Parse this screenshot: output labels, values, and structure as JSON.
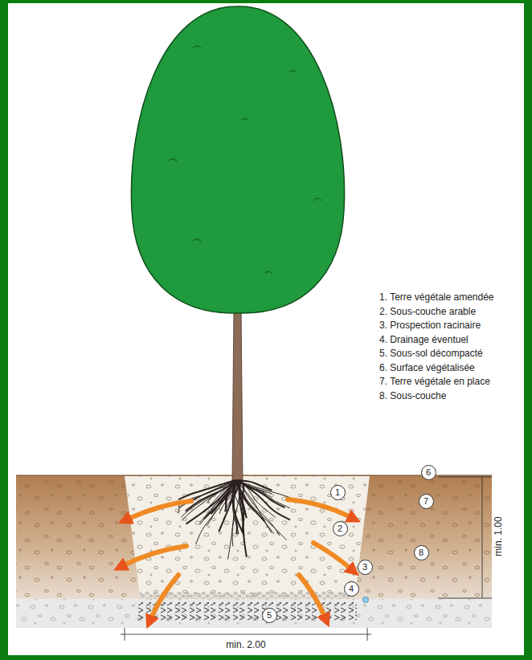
{
  "diagram": {
    "nodes": [
      {
        "text": [
          "6"
        ]
      },
      {
        "text": [
          "1"
        ]
      },
      {
        "text": [
          "7"
        ]
      },
      {
        "text": [
          "2"
        ]
      },
      {
        "text": [
          "8"
        ]
      },
      {
        "text": [
          "3"
        ]
      },
      {
        "text": [
          "4"
        ]
      },
      {
        "text": [
          "5"
        ]
      }
    ],
    "labels": [
      "1. Terre végétale amendée",
      "2. Sous-couche arable",
      "3. Prospection racinaire",
      "4. Drainage éventuel",
      "5. Sous-sol décompacté",
      "6. Surface végétalisée",
      "7. Terre végétale en place",
      "8. Sous-couche",
      "min. 1.00",
      "min. 2.00"
    ]
  }
}
